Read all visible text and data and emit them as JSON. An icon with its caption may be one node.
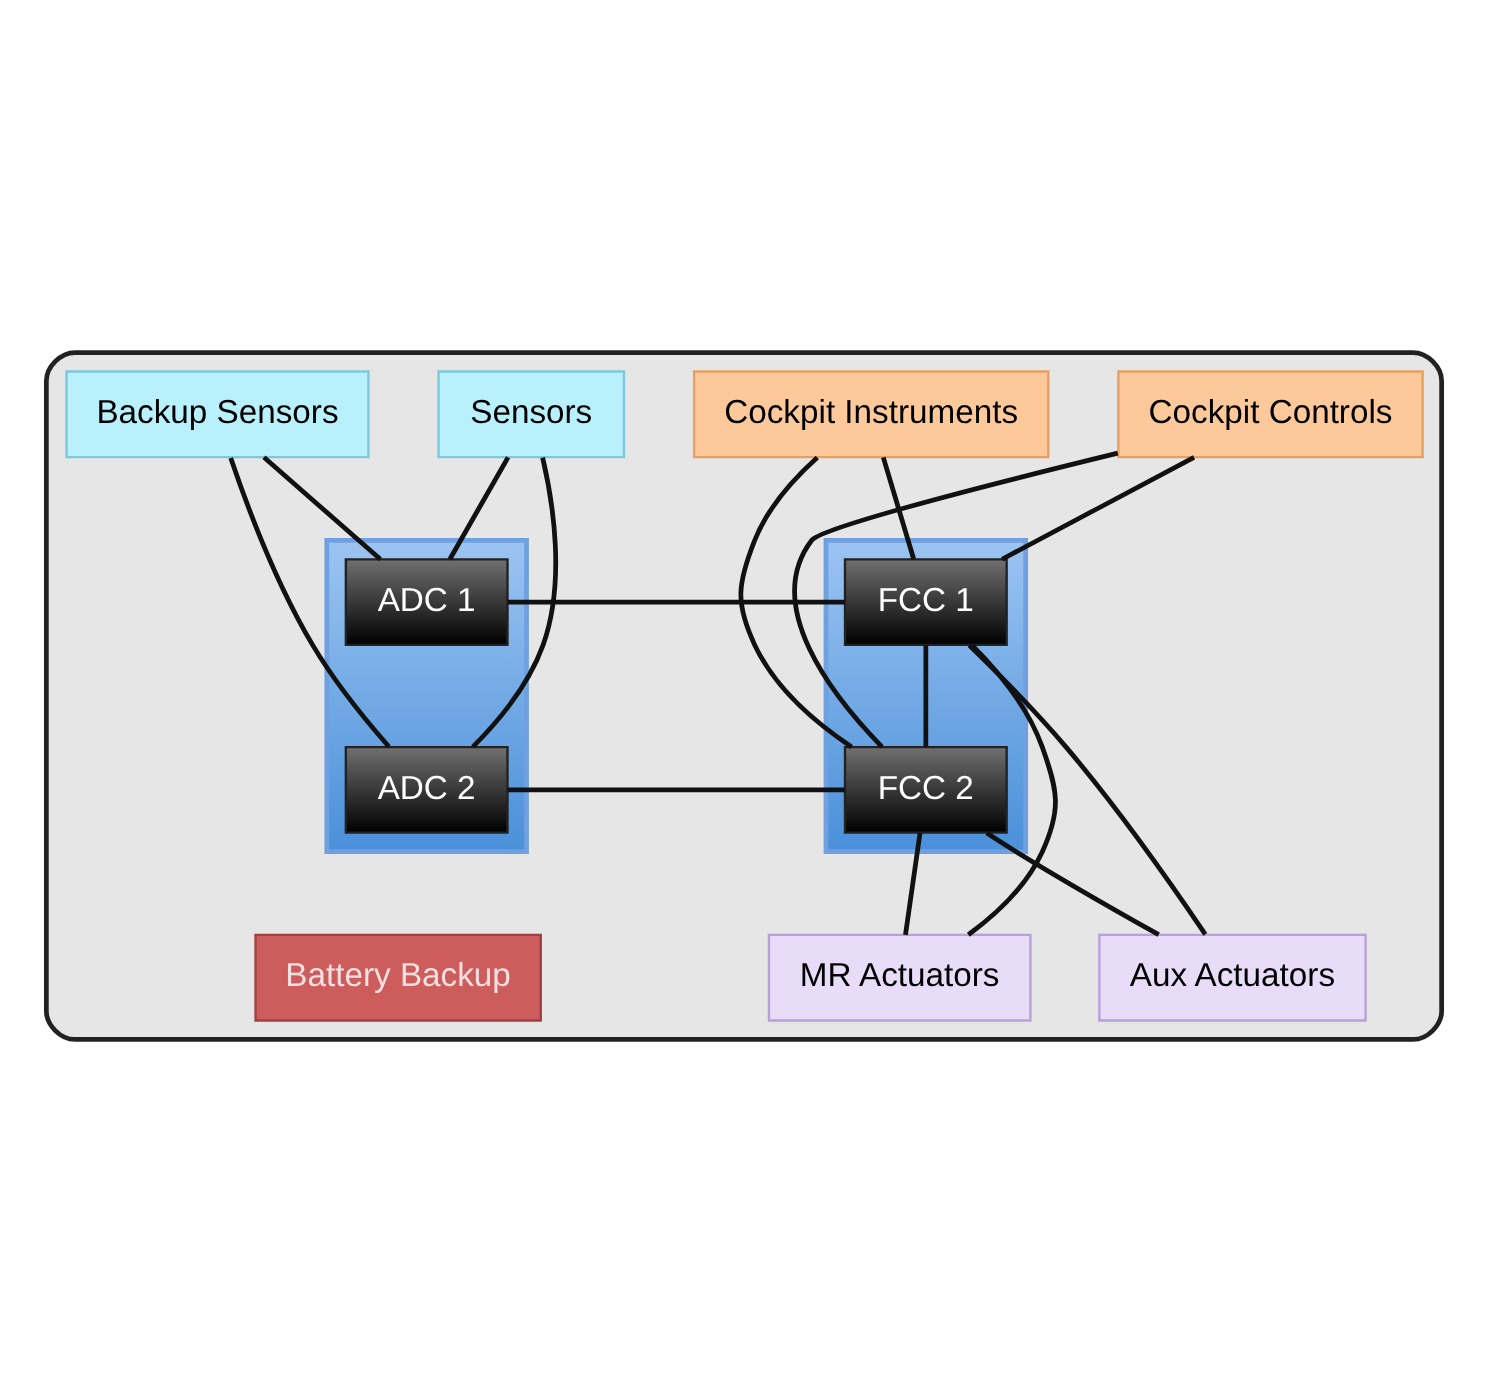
{
  "diagram": {
    "nodes": [
      {
        "text": [],
        "shape": "box"
      },
      {
        "text": [
          "Cockpit Controls"
        ],
        "in": 0
      },
      {
        "text": [
          "Cockpit Instruments"
        ],
        "in": 0
      },
      {
        "text": [
          "Sensors"
        ],
        "in": 0
      },
      {
        "text": [
          "Backup Sensors"
        ],
        "in": 0
      },
      {
        "text": [],
        "shape": "box",
        "in": 0
      },
      {
        "text": [
          "FCC 1"
        ],
        "in": 5
      },
      {
        "text": [
          "FCC 2"
        ],
        "in": 5
      },
      {
        "text": [],
        "shape": "box",
        "in": 0
      },
      {
        "text": [
          "ADC 1"
        ],
        "in": 8
      },
      {
        "text": [
          "ADC 2"
        ],
        "in": 8
      },
      {
        "text": [
          "MR Actuators"
        ],
        "in": 0
      },
      {
        "text": [
          "Aux Actuators"
        ],
        "in": 0
      },
      {
        "text": [
          "Battery Backup"
        ],
        "in": 0
      }
    ],
    "edges": [
      {
        "from": 1,
        "to": 6,
        "arrow": "none"
      },
      {
        "from": 1,
        "to": 7,
        "arrow": "none"
      },
      {
        "from": 2,
        "to": 6,
        "arrow": "none"
      },
      {
        "from": 2,
        "to": 7,
        "arrow": "none"
      },
      {
        "from": 3,
        "to": 9,
        "arrow": "none"
      },
      {
        "from": 3,
        "to": 10,
        "arrow": "none"
      },
      {
        "from": 4,
        "to": 9,
        "arrow": "none"
      },
      {
        "from": 4,
        "to": 10,
        "arrow": "none"
      },
      {
        "from": 6,
        "to": 7,
        "arrow": "none"
      },
      {
        "from": 6,
        "to": 9,
        "arrow": "none"
      },
      {
        "from": 7,
        "to": 10,
        "arrow": "none"
      },
      {
        "from": 6,
        "to": 11,
        "arrow": "none"
      },
      {
        "from": 6,
        "to": 12,
        "arrow": "none"
      },
      {
        "from": 7,
        "to": 11,
        "arrow": "none"
      },
      {
        "from": 7,
        "to": 12,
        "arrow": "none"
      }
    ]
  }
}
